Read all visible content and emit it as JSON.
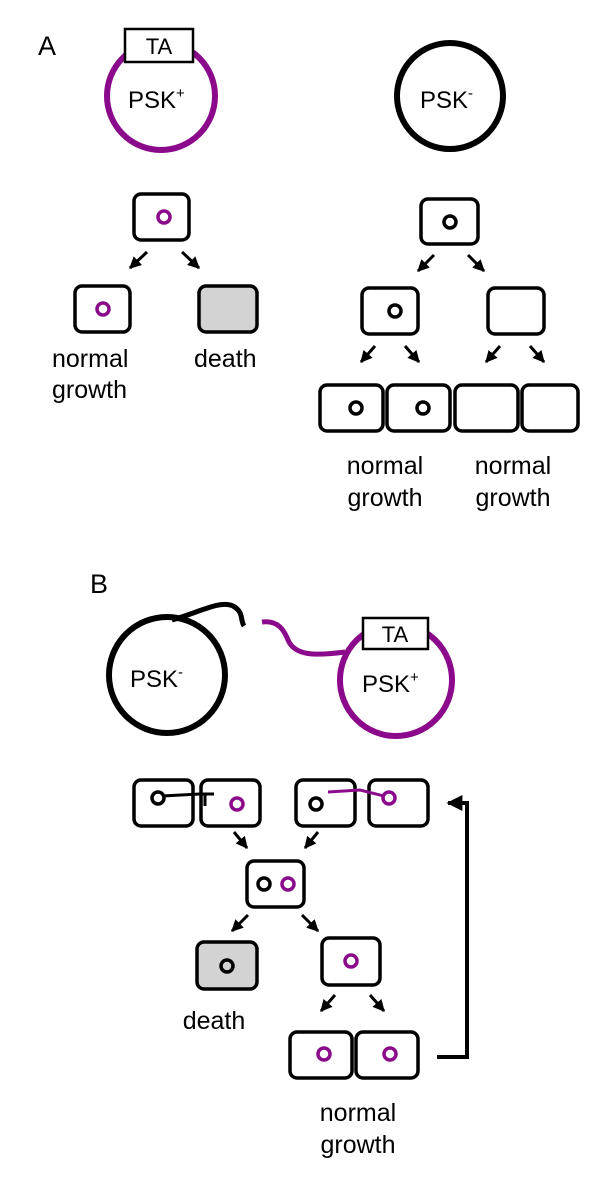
{
  "colors": {
    "plasmid_plus": "#8b0a8b",
    "plasmid_minus": "#000000",
    "dead_cell_fill": "#d3d3d3",
    "line": "#000000"
  },
  "panel_a": {
    "label": "A",
    "plasmid_plus": {
      "name": "PSK",
      "sign": "+",
      "tag": "TA"
    },
    "plasmid_minus": {
      "name": "PSK",
      "sign": "-"
    },
    "left_outcomes": {
      "survive_line1": "normal",
      "survive_line2": "growth",
      "die": "death"
    },
    "right_outcomes": {
      "group1_line1": "normal",
      "group1_line2": "growth",
      "group2_line1": "normal",
      "group2_line2": "growth"
    }
  },
  "panel_b": {
    "label": "B",
    "plasmid_minus": {
      "name": "PSK",
      "sign": "-"
    },
    "plasmid_plus": {
      "name": "PSK",
      "sign": "+",
      "tag": "TA"
    },
    "outcomes": {
      "die": "death",
      "survive_line1": "normal",
      "survive_line2": "growth"
    }
  }
}
